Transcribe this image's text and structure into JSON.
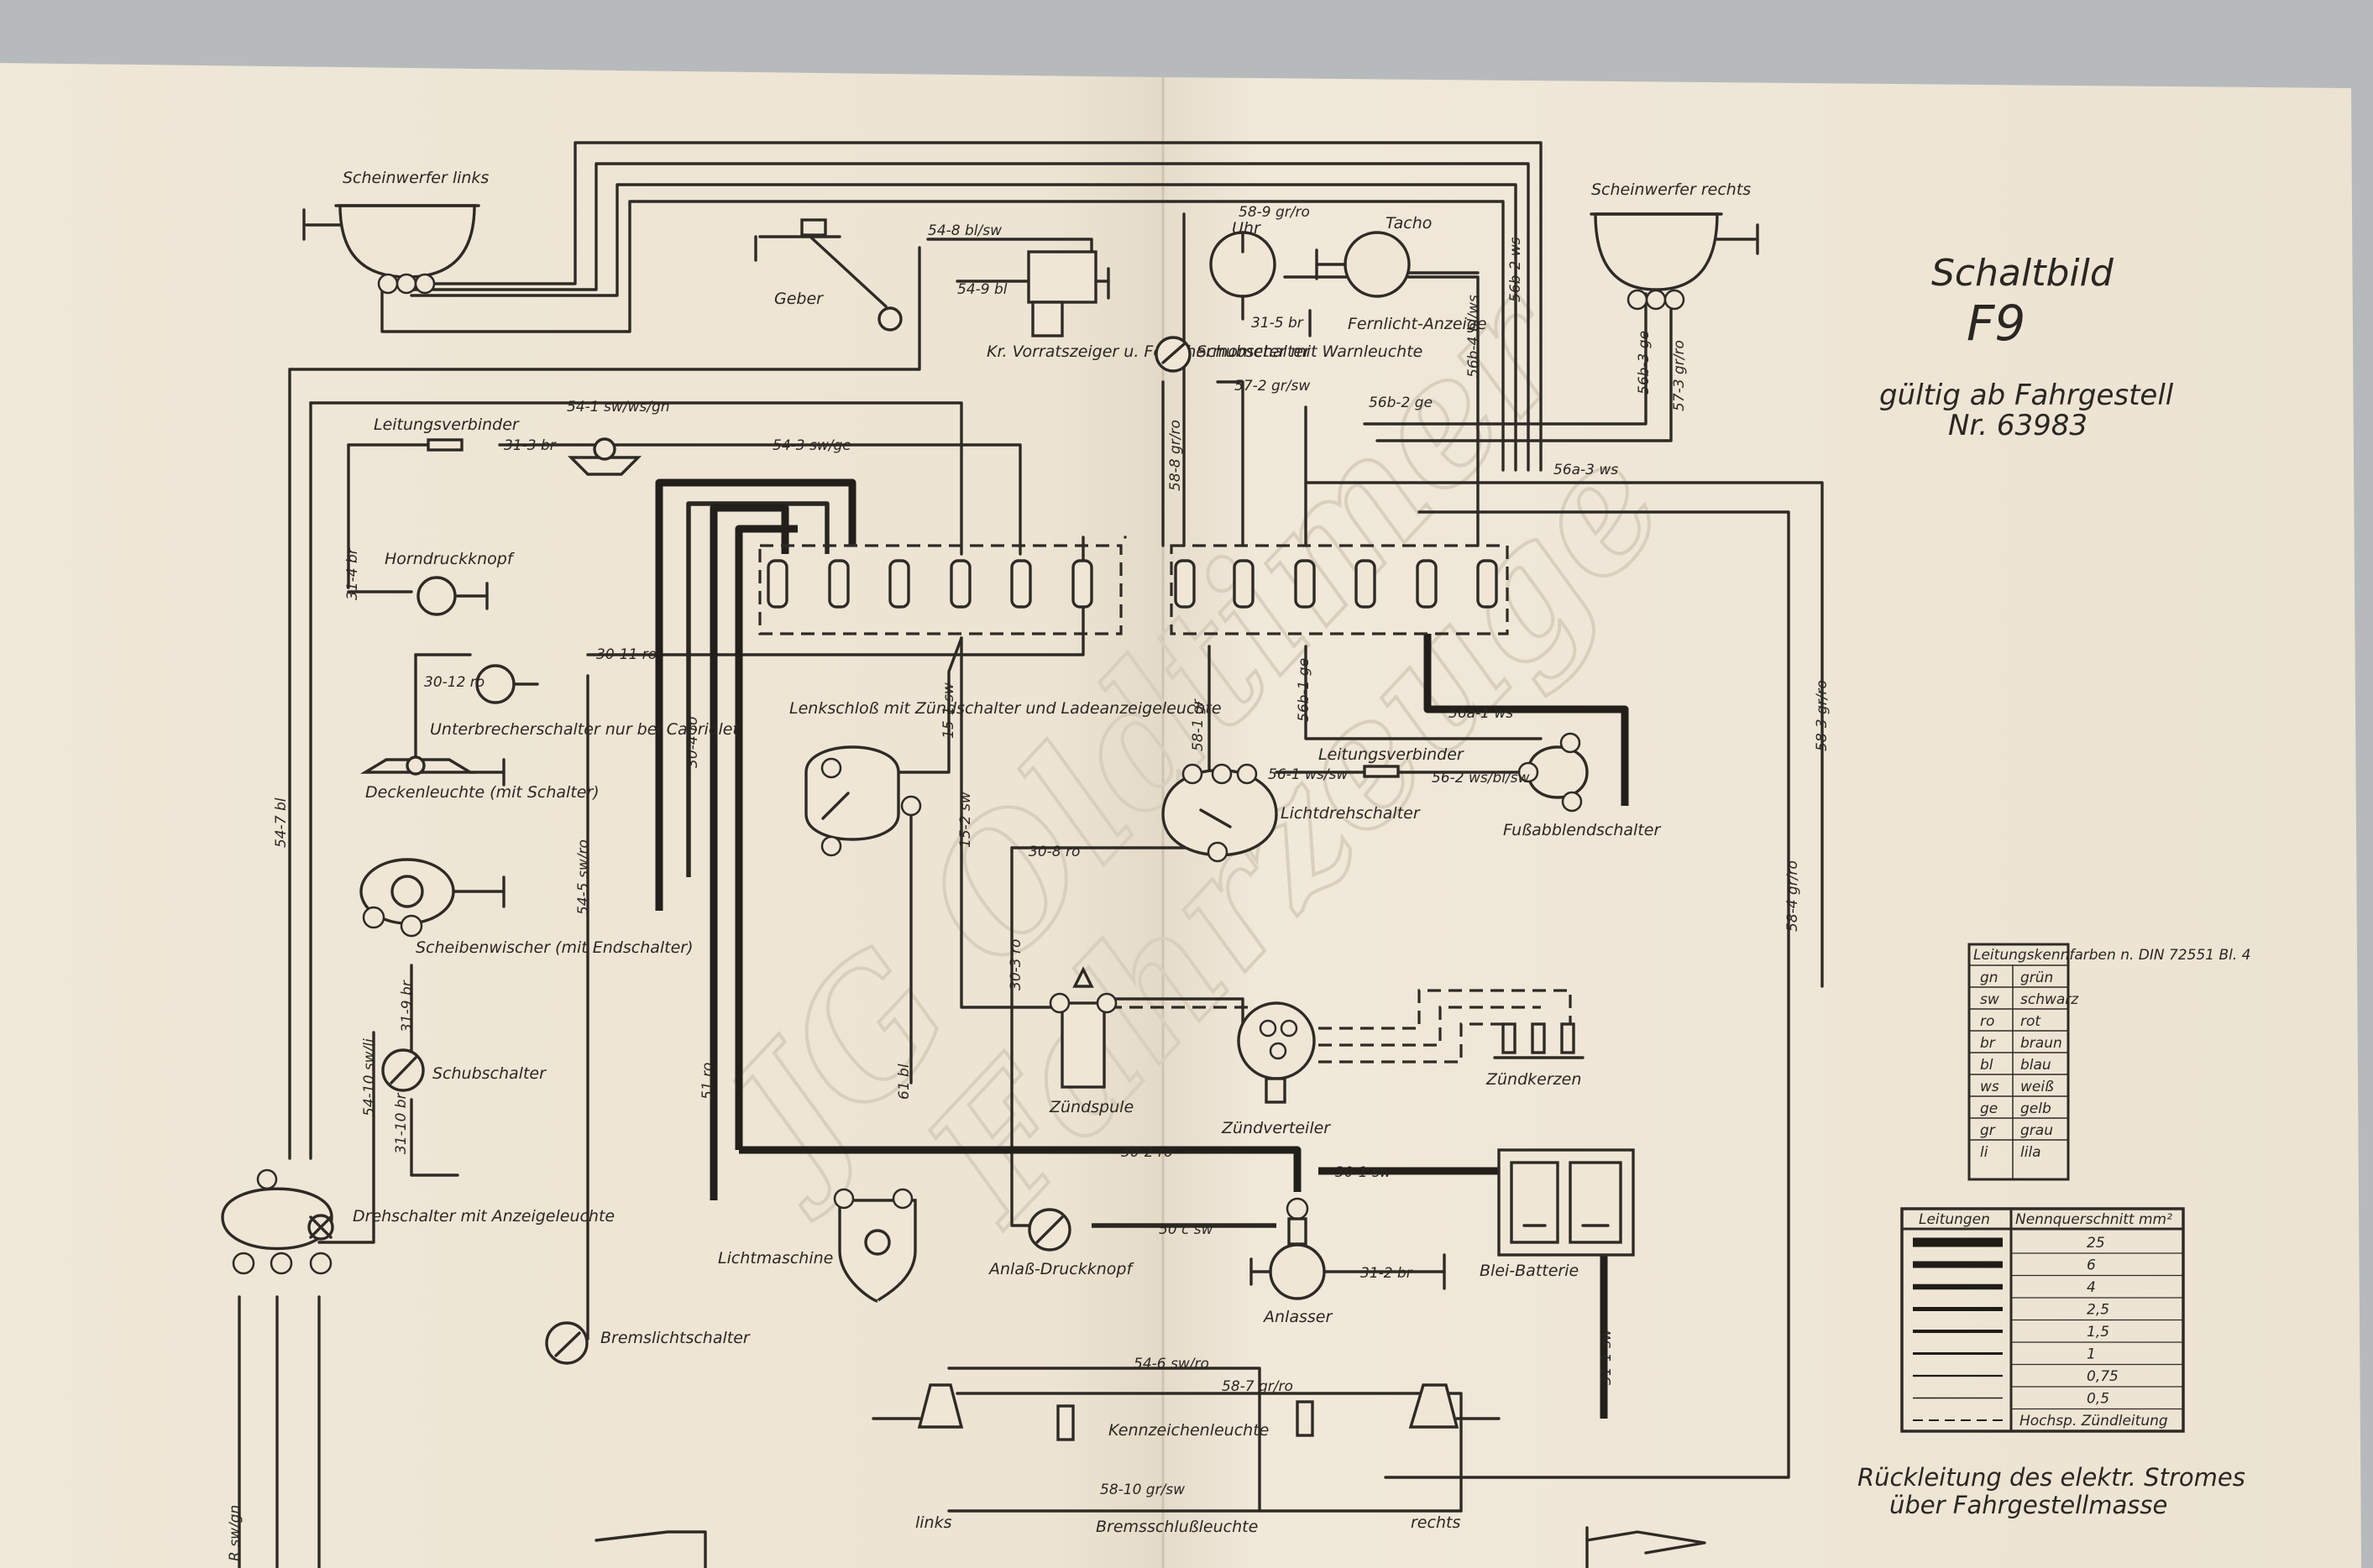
{
  "title": {
    "main": "Schaltbild",
    "model": "F9",
    "valid_line1": "gültig ab Fahrgestell",
    "valid_line2": "Nr. 63983"
  },
  "watermark": {
    "line1": "JG Oldtimer",
    "line2": "Fahrzeuge"
  },
  "components": {
    "headlight_left": "Scheinwerfer links",
    "headlight_right": "Scheinwerfer rechts",
    "sender": "Geber",
    "fuel_gauge": "Kr. Vorratszeiger u. Fernthermometer mit Warnleuchte",
    "clock": "Uhr",
    "tacho": "Tacho",
    "pull_switch_top": "Schubschalter",
    "high_beam_indicator": "Fernlicht-Anzeige",
    "connector_1": "Leitungsverbinder",
    "horn_button": "Horndruckknopf",
    "breaker_switch": "Unterbrecherschalter nur bei Cabriolet",
    "ceiling_light": "Deckenleuchte (mit Schalter)",
    "wiper": "Scheibenwischer (mit Endschalter)",
    "pull_switch": "Schubschalter",
    "rotary_switch": "Drehschalter mit Anzeigeleuchte",
    "steering_lock": "Lenkschloß mit Zündschalter und Ladeanzeigeleuchte",
    "connector_2": "Leitungsverbinder",
    "light_switch": "Lichtdrehschalter",
    "dimmer_switch": "Fußabblendschalter",
    "ignition_coil": "Zündspule",
    "distributor": "Zündverteiler",
    "spark_plugs": "Zündkerzen",
    "generator": "Lichtmaschine",
    "start_button": "Anlaß-Druckknopf",
    "starter": "Anlasser",
    "battery": "Blei-Batterie",
    "brake_switch": "Bremslichtschalter",
    "plate_light": "Kennzeichenleuchte",
    "left": "links",
    "right": "rechts",
    "tail_light": "Bremsschlußleuchte"
  },
  "wire_labels": {
    "w_54_8": "54-8 bl/sw",
    "w_54_9": "54-9 bl",
    "w_58_9": "58-9 gr/ro",
    "w_31_5": "31-5 br",
    "w_56b_4": "56b-4 bl/ws",
    "w_56b_2ws": "56b-2 ws",
    "w_56b_3": "56b-3 ge",
    "w_57_3": "57-3 gr/ro",
    "w_54_1": "54-1 sw/ws/gn",
    "w_31_3": "31-3 br",
    "w_54_3": "54-3 sw/ge",
    "w_57_2": "57-2 gr/sw",
    "w_56b_2ge": "56b-2 ge",
    "w_56a_3": "56a-3 ws",
    "w_58_8": "58-8 gr/ro",
    "w_31_4": "31-4 br",
    "w_30_11": "30-11 ro",
    "w_30_12": "30-12 ro",
    "w_54_7": "54-7 bl",
    "w_54_5": "54-5 sw/ro",
    "w_30_4": "30-4 ro",
    "w_15_1": "15-1 sw",
    "w_58_1": "58-1 gr",
    "w_56_1": "56-1 ws/sw",
    "w_56_2": "56-2 ws/bl/sw",
    "w_56a_1": "56a-1 ws",
    "w_56b_1": "56b-1 ge",
    "w_58_3": "58-3 gr/ro",
    "w_58_4": "58-4 gr/ro",
    "w_15_2": "15-2 sw",
    "w_30_8": "30-8 ro",
    "w_30_3": "30-3 ro",
    "w_54_10": "54-10 sw/li",
    "w_31_9": "31-9 br",
    "w_31_10": "31-10 br",
    "w_51": "51 ro",
    "w_61": "61 bl",
    "w_30_2": "30-2 ro",
    "w_30_1": "30-1 sw",
    "w_50": "50 c sw",
    "w_31_2": "31-2 br",
    "w_31_1": "31-1 sw",
    "w_54_6": "54-6 sw/ro",
    "w_58_7": "58-7 gr/ro",
    "w_58_10": "58-10 gr/sw",
    "w_r": "R sw/gn"
  },
  "color_legend": {
    "title": "Leitungskennfarben n. DIN 72551 Bl. 4",
    "rows": [
      [
        "gn",
        "grün"
      ],
      [
        "sw",
        "schwarz"
      ],
      [
        "ro",
        "rot"
      ],
      [
        "br",
        "braun"
      ],
      [
        "bl",
        "blau"
      ],
      [
        "ws",
        "weiß"
      ],
      [
        "ge",
        "gelb"
      ],
      [
        "gr",
        "grau"
      ],
      [
        "li",
        "lila"
      ]
    ]
  },
  "size_legend": {
    "col1": "Leitungen",
    "col2": "Nennquerschnitt mm²",
    "rows": [
      "25",
      "6",
      "4",
      "2,5",
      "1,5",
      "1",
      "0,75",
      "0,5",
      "Hochsp. Zündleitung"
    ]
  },
  "return_note": {
    "line1": "Rückleitung des elektr. Stromes",
    "line2": "über Fahrgestellmasse"
  }
}
